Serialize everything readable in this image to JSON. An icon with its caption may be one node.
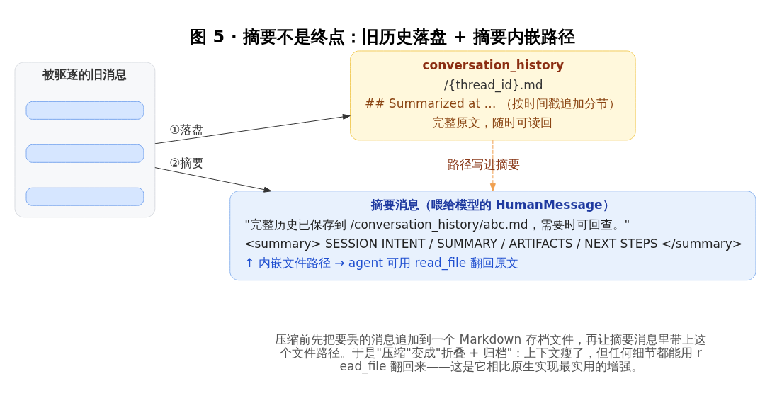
{
  "diagram": {
    "title": "图 5 · 摘要不是终点：旧历史落盘 + 摘要内嵌路径",
    "caption": "压缩前先把要丢的消息追加到一个 Markdown 存档文件，再让摘要消息里带上这个文件路径。于是\"压缩\"变成\"折叠 + 归档\"：上下文瘦了，但任何细节都能用 read_file 翻回来——这是它相比原生实现最实用的增强。",
    "nodes": [
      {
        "text": [
          "被驱逐的旧消息"
        ]
      },
      {
        "text": [],
        "shape": "box",
        "in": 0
      },
      {
        "text": [],
        "shape": "box",
        "in": 0
      },
      {
        "text": [],
        "shape": "box",
        "in": 0
      },
      {
        "text": [
          "conversation_history",
          "/{thread_id}.md",
          "## Summarized at … （按时间戳追加分节）",
          "完整原文，随时可读回"
        ]
      },
      {
        "text": [
          "摘要消息（喂给模型的 HumanMessage）",
          "\"完整历史已保存到 /conversation_history/abc.md，需要时可回查。\"",
          "<summary> SESSION INTENT / SUMMARY / ARTIFACTS / NEXT STEPS </summary>",
          "↑ 内嵌文件路径 → agent 可用 read_file 翻回原文"
        ]
      }
    ],
    "edges": [
      {
        "from": 0,
        "to": 4,
        "arrow": "to",
        "label": "①落盘"
      },
      {
        "from": 0,
        "to": 5,
        "arrow": "to",
        "label": "②摘要"
      },
      {
        "from": 4,
        "to": 5,
        "arrow": "to",
        "label": "路径写进摘要",
        "style": "dashed",
        "color": "#f0a050"
      }
    ]
  }
}
